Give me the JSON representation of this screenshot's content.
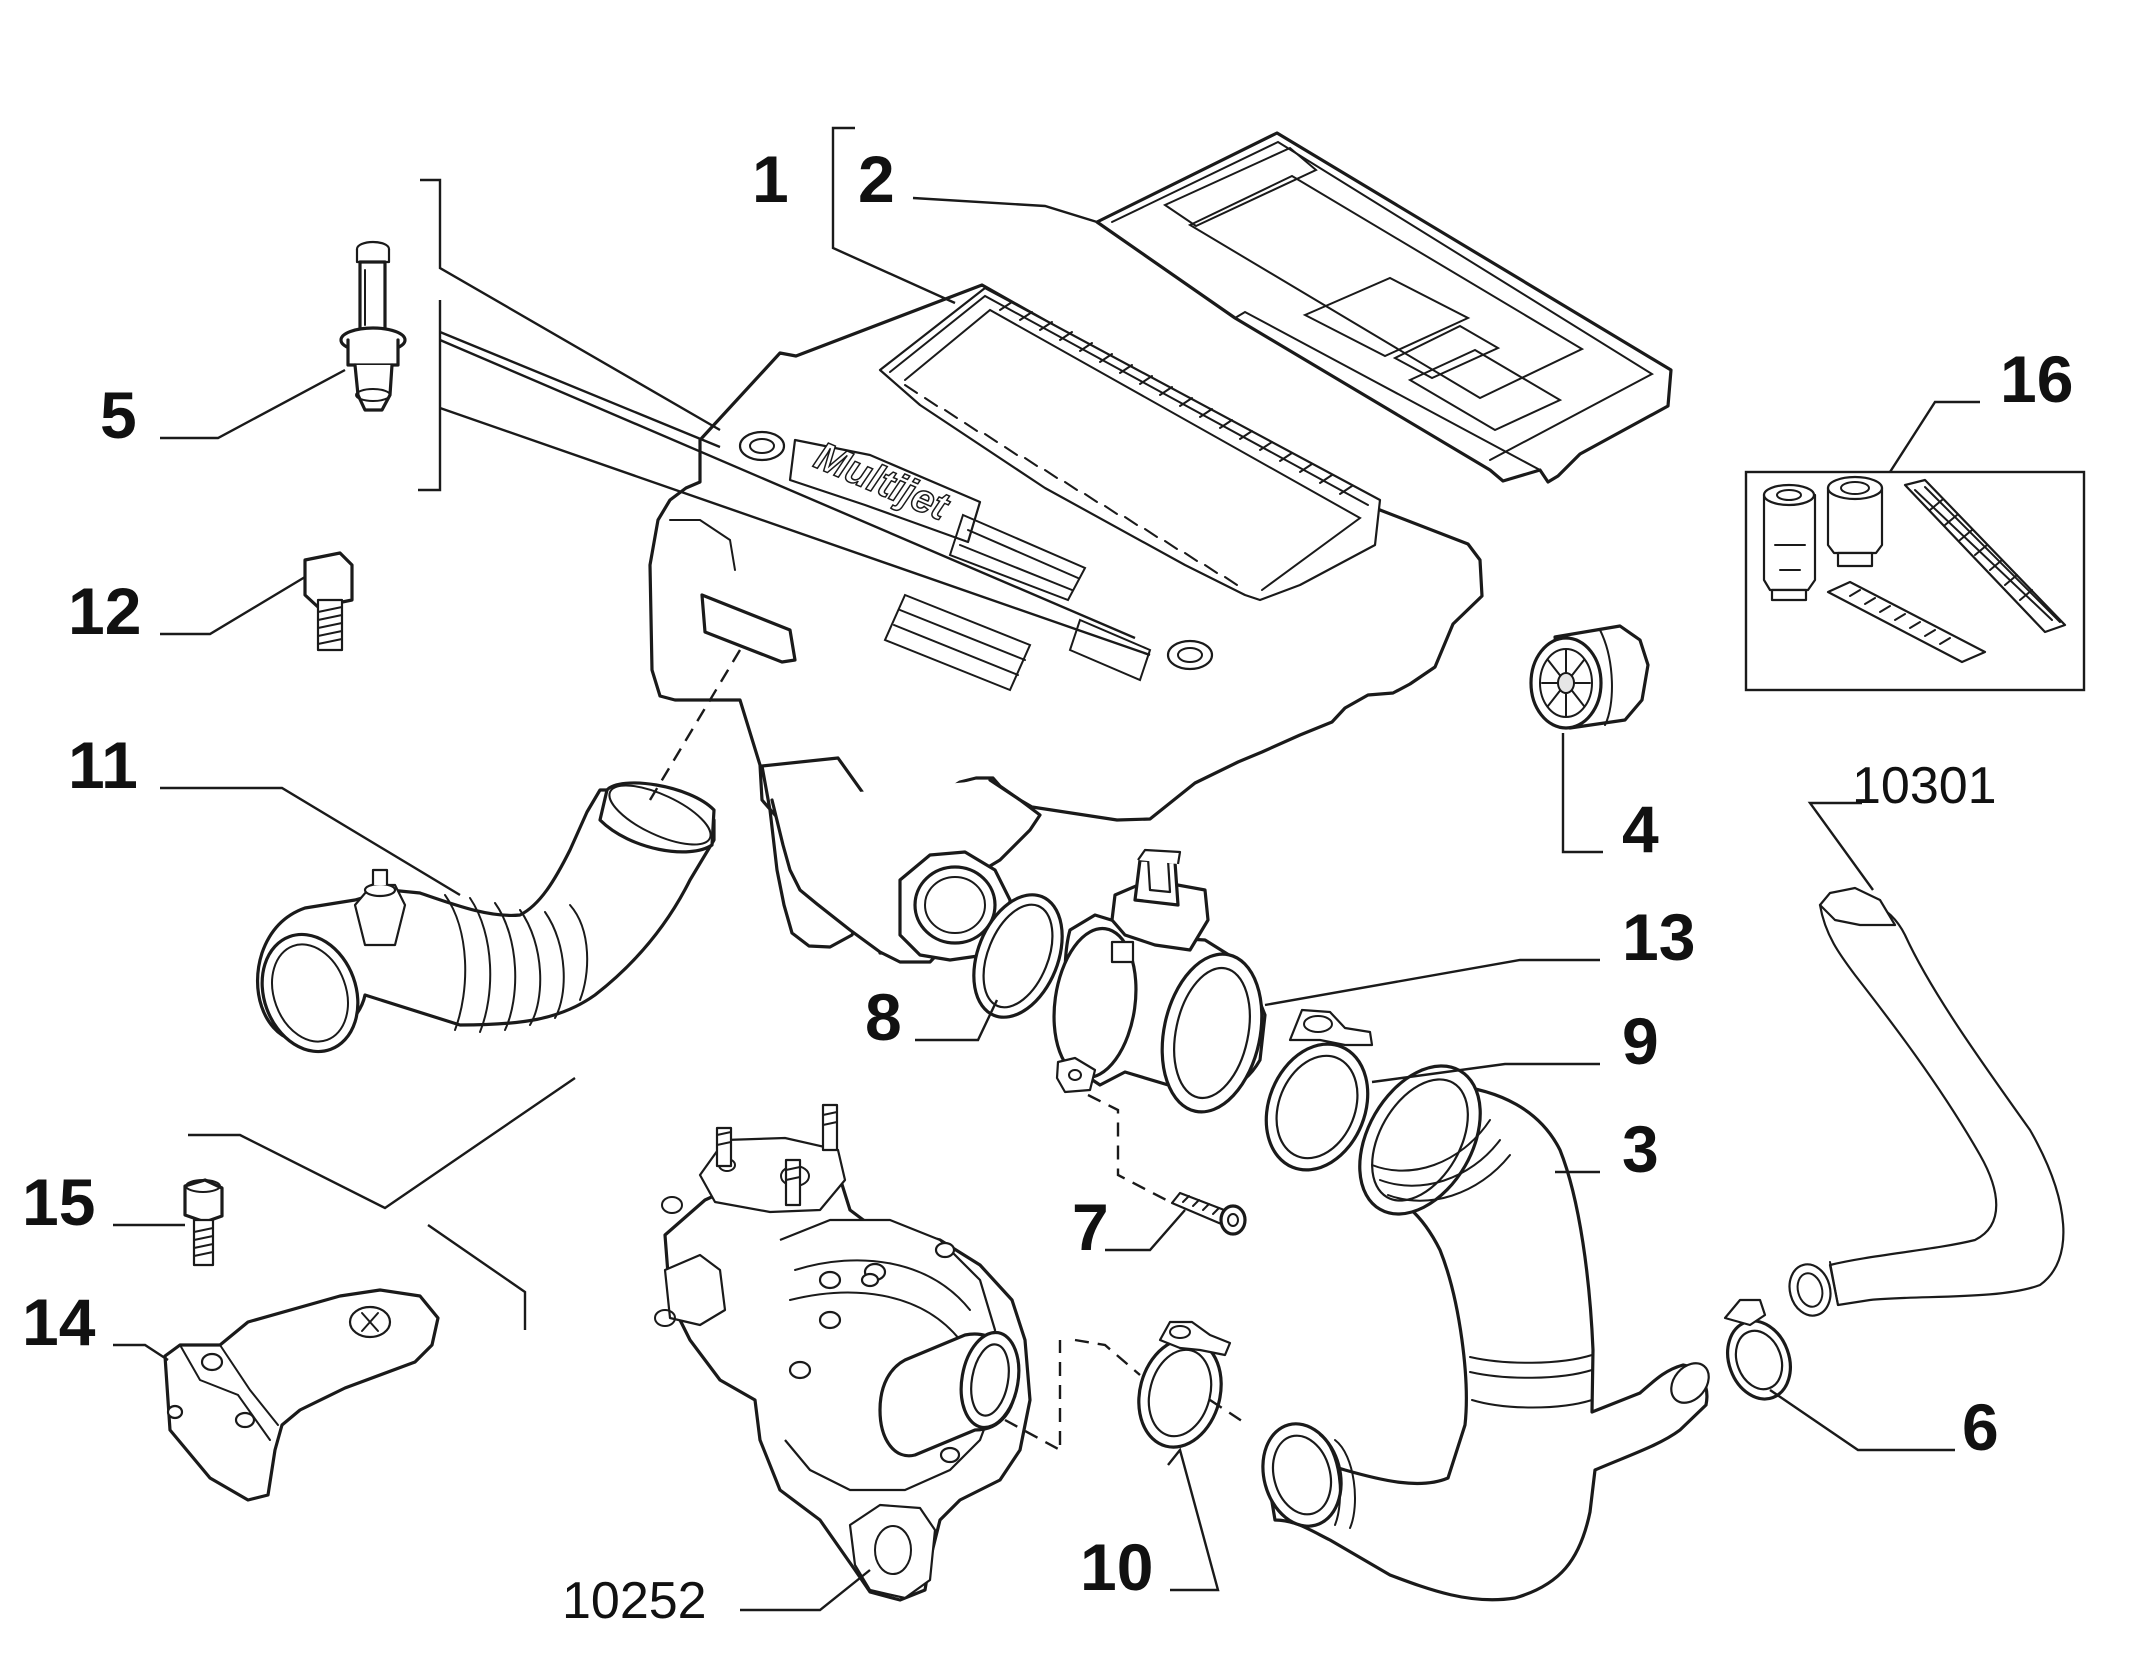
{
  "diagram": {
    "brand_label": "Multijet",
    "callouts": {
      "c1": "1",
      "c2": "2",
      "c3": "3",
      "c4": "4",
      "c5": "5",
      "c6": "6",
      "c7": "7",
      "c8": "8",
      "c9": "9",
      "c10": "10",
      "c11": "11",
      "c12": "12",
      "c13": "13",
      "c14": "14",
      "c15": "15",
      "c16": "16"
    },
    "references": {
      "r10301": "10301",
      "r10252": "10252"
    }
  }
}
